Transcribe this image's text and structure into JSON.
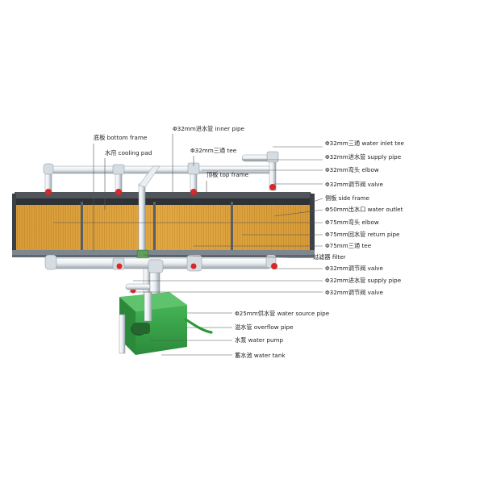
{
  "labels": {
    "bottom_frame": "底板 bottom frame",
    "inner_pipe": "Φ32mm进水管 inner pipe",
    "cooling_pad": "水帘 cooling pad",
    "tee_32_top": "Φ32mm三通 tee",
    "inlet_tee": "Φ32mm三通 water inlet tee",
    "supply_pipe_top": "Φ32mm进水管 supply pipe",
    "elbow_32": "Φ32mm弯头 elbow",
    "top_frame": "顶板 top frame",
    "valve_top": "Φ32mm调节阀 valve",
    "side_frame": "侧板 side frame",
    "water_outlet": "Φ50mm出水口 water outlet",
    "elbow_75": "Φ75mm弯头 elbow",
    "return_pipe": "Φ75mm回水管 return pipe",
    "tee_75": "Φ75mm三通 tee",
    "filter": "过滤器 filter",
    "valve_mid": "Φ32mm调节阀 valve",
    "supply_pipe_low": "Φ32mm进水管 supply pipe",
    "valve_low": "Φ32mm调节阀 valve",
    "source_pipe": "Φ25mm供水管 water source pipe",
    "overflow_pipe": "溢水管 overflow pipe",
    "water_pump": "水泵 water pump",
    "water_tank": "蓄水池 water tank"
  },
  "colors": {
    "pad": "#e0a640",
    "pad_dark": "#b97f24",
    "frame": "#3c3f44",
    "pipe": "#e9eef2",
    "valve": "#d82828",
    "tank": "#3aa84a",
    "tank_dark": "#257a32"
  }
}
